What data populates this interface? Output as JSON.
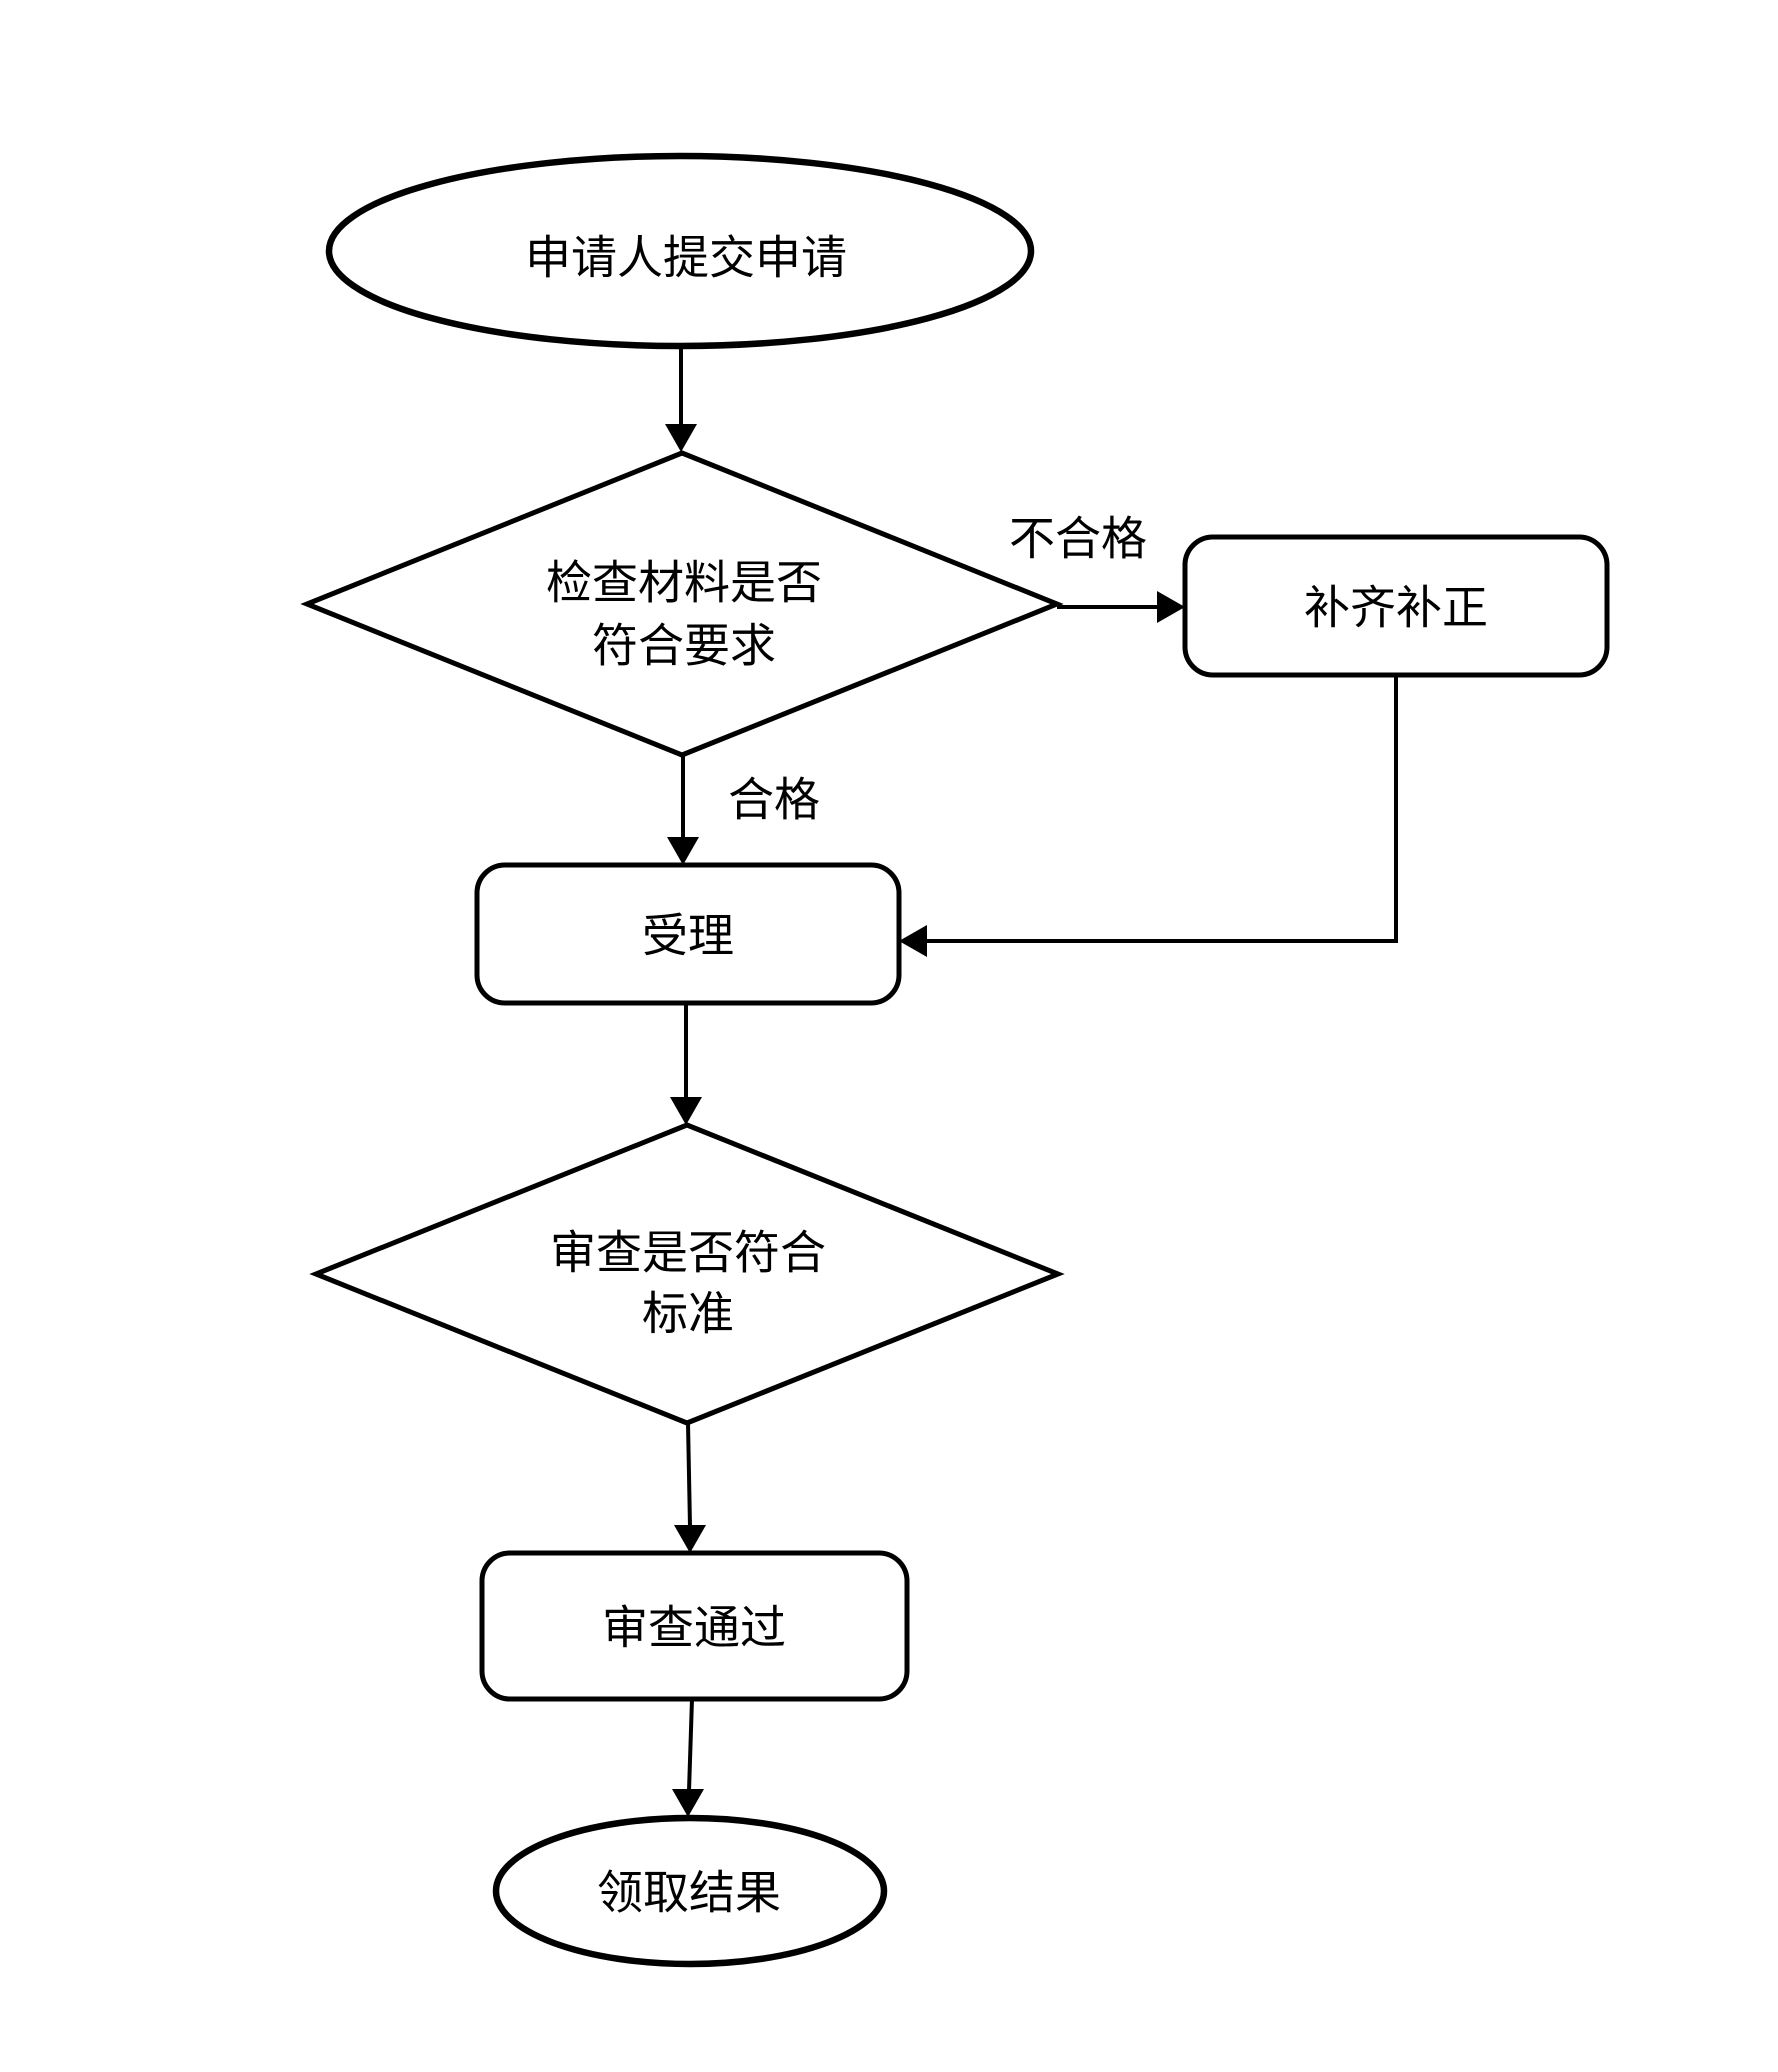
{
  "diagram": {
    "background_color": "#ffffff",
    "line_color": "#000000",
    "nodes": {
      "start": {
        "shape": "ellipse",
        "label": "申请人提交申请"
      },
      "check_materials": {
        "shape": "decision",
        "label_line1": "检查材料是否",
        "label_line2": "符合要求"
      },
      "supplement_correct": {
        "shape": "process",
        "label": "补齐补正"
      },
      "accept": {
        "shape": "process",
        "label": "受理"
      },
      "review_standard": {
        "shape": "decision",
        "label_line1": "审查是否符合",
        "label_line2": "标准"
      },
      "review_passed": {
        "shape": "process",
        "label": "审查通过"
      },
      "end": {
        "shape": "ellipse",
        "label": "领取结果"
      }
    },
    "edge_labels": {
      "fail": "不合格",
      "pass": "合格"
    }
  }
}
